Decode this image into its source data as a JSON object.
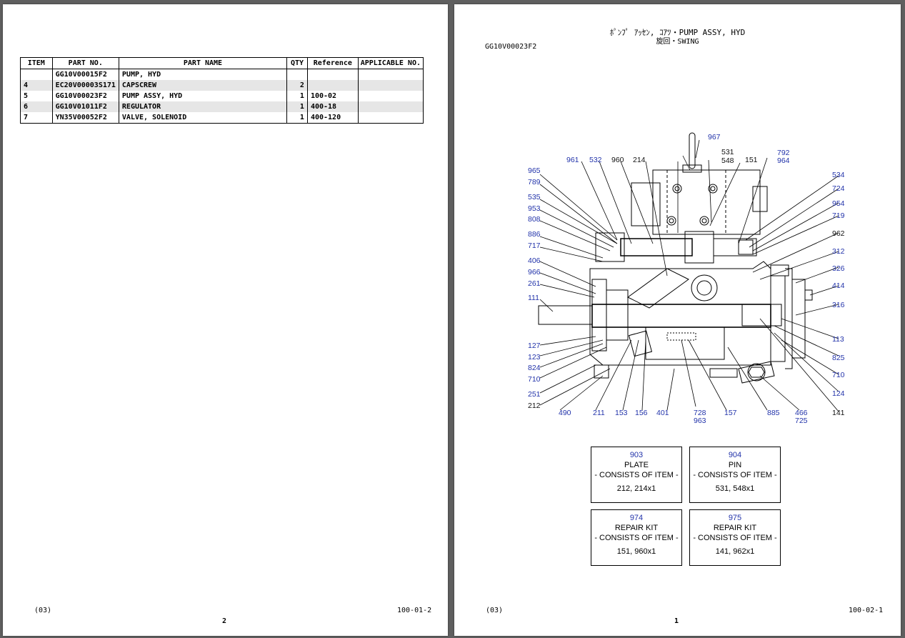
{
  "left_page": {
    "table": {
      "headers": [
        "ITEM",
        "PART NO.",
        "PART NAME",
        "QTY",
        "Reference",
        "APPLICABLE NO."
      ],
      "rows": [
        {
          "item": "",
          "part_no": "GG10V00015F2",
          "part_name": "PUMP, HYD",
          "qty": "",
          "reference": "",
          "applicable": ""
        },
        {
          "item": "4",
          "part_no": "EC20V00003S171",
          "part_name": "CAPSCREW",
          "qty": "2",
          "reference": "",
          "applicable": ""
        },
        {
          "item": "5",
          "part_no": "GG10V00023F2",
          "part_name": "PUMP ASSY, HYD",
          "qty": "1",
          "reference": "100-02",
          "applicable": ""
        },
        {
          "item": "6",
          "part_no": "GG10V01011F2",
          "part_name": "REGULATOR",
          "qty": "1",
          "reference": "400-18",
          "applicable": ""
        },
        {
          "item": "7",
          "part_no": "YN35V00052F2",
          "part_name": "VALVE, SOLENOID",
          "qty": "1",
          "reference": "400-120",
          "applicable": ""
        }
      ]
    },
    "footer": {
      "revision": "(03)",
      "page_code": "100-01-2",
      "page_number": "2"
    }
  },
  "right_page": {
    "title_line1": "ﾎﾟﾝﾌﾟ ｱｯｾﾝ, ｺｱﾂ・PUMP ASSY, HYD",
    "title_line2": "旋回・SWING",
    "part_code": "GG10V00023F2",
    "callouts": {
      "c967": "967",
      "c531": "531",
      "c548": "548",
      "c151": "151",
      "c792": "792",
      "c964": "964",
      "c961": "961",
      "c532": "532",
      "c960": "960",
      "c214": "214",
      "c965": "965",
      "c789": "789",
      "c535": "535",
      "c953": "953",
      "c808": "808",
      "c886": "886",
      "c717": "717",
      "c406": "406",
      "c966": "966",
      "c261": "261",
      "c111": "111",
      "c127": "127",
      "c123": "123",
      "c824": "824",
      "c710a": "710",
      "c251": "251",
      "c212": "212",
      "c534": "534",
      "c724": "724",
      "c954": "954",
      "c719": "719",
      "c962": "962",
      "c312": "312",
      "c326": "326",
      "c414": "414",
      "c316": "316",
      "c113": "113",
      "c825": "825",
      "c710b": "710",
      "c124": "124",
      "c141": "141",
      "c490": "490",
      "c211": "211",
      "c153": "153",
      "c156": "156",
      "c401": "401",
      "c728": "728",
      "c963": "963",
      "c157": "157",
      "c885": "885",
      "c466": "466",
      "c725": "725"
    },
    "kits": [
      {
        "number": "903",
        "name": "PLATE",
        "consists": "- CONSISTS OF ITEM -",
        "items": "212, 214x1"
      },
      {
        "number": "904",
        "name": "PIN",
        "consists": "- CONSISTS OF ITEM -",
        "items": "531, 548x1"
      },
      {
        "number": "974",
        "name": "REPAIR KIT",
        "consists": "- CONSISTS OF ITEM -",
        "items": "151, 960x1"
      },
      {
        "number": "975",
        "name": "REPAIR KIT",
        "consists": "- CONSISTS OF ITEM -",
        "items": "141, 962x1"
      }
    ],
    "footer": {
      "revision": "(03)",
      "page_code": "100-02-1",
      "page_number": "1"
    }
  },
  "colors": {
    "callout_blue": "#2233aa",
    "row_shade": "#e6e6e6",
    "background": "#5f5f5f"
  }
}
